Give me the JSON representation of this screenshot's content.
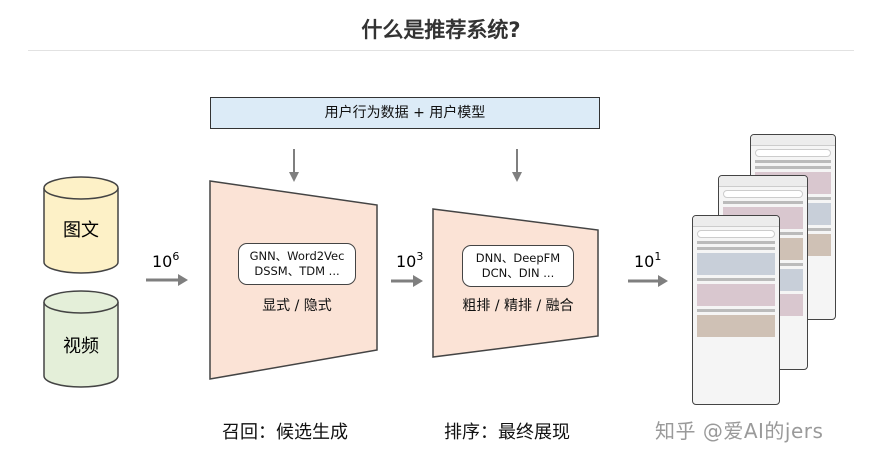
{
  "title": "什么是推荐系统?",
  "top_box": "用户行为数据 + 用户模型",
  "sources": [
    "图文",
    "视频"
  ],
  "orders": {
    "input": {
      "base": "10",
      "exp": "6"
    },
    "mid": {
      "base": "10",
      "exp": "3"
    },
    "output": {
      "base": "10",
      "exp": "1"
    }
  },
  "recall": {
    "models_line1": "GNN、Word2Vec",
    "models_line2": "DSSM、TDM ...",
    "sublabel": "显式 / 隐式",
    "caption": "召回：候选生成"
  },
  "ranking": {
    "models_line1": "DNN、DeepFM",
    "models_line2": "DCN、DIN ...",
    "sublabel": "粗排 / 精排 / 融合",
    "caption": "排序：最终展现"
  },
  "watermark": "知乎 @爱AI的jers",
  "colors": {
    "funnel": "#fbe3d6",
    "top_box": "#dcebf7",
    "doc_cylinder": "#fdf1c7",
    "video_cylinder": "#e4efd9",
    "stroke": "#444444",
    "arrow": "#7f7f7f"
  }
}
